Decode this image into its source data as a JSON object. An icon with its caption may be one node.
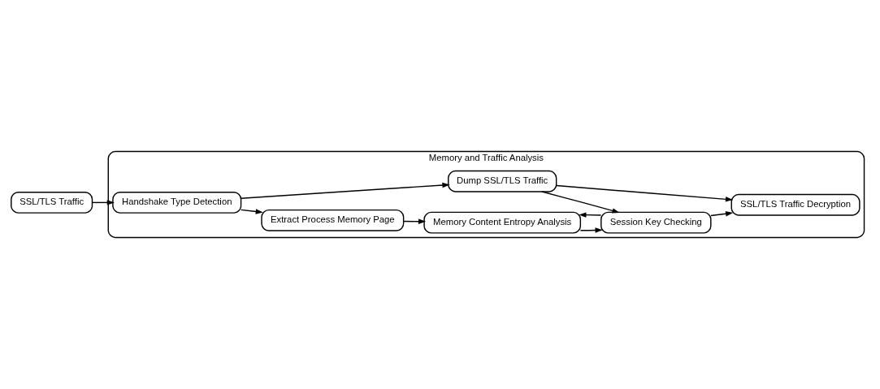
{
  "diagram": {
    "nodes": [
      {
        "text": [
          "SSL/TLS Traffic"
        ]
      },
      {
        "text": [
          "Memory and Traffic Analysis"
        ]
      },
      {
        "text": [
          "Handshake Type Detection"
        ],
        "in": 1
      },
      {
        "text": [
          "Extract Process Memory Page"
        ],
        "in": 1
      },
      {
        "text": [
          "Memory Content Entropy Analysis"
        ],
        "in": 1
      },
      {
        "text": [
          "Dump SSL/TLS Traffic"
        ],
        "in": 1
      },
      {
        "text": [
          "Session Key Checking"
        ],
        "in": 1
      },
      {
        "text": [
          "SSL/TLS Traffic Decryption"
        ],
        "in": 1
      }
    ],
    "edges": [
      {
        "from": 0,
        "to": 2,
        "arrow": "to"
      },
      {
        "from": 2,
        "to": 3,
        "arrow": "to"
      },
      {
        "from": 2,
        "to": 5,
        "arrow": "to"
      },
      {
        "from": 3,
        "to": 4,
        "arrow": "to"
      },
      {
        "from": 4,
        "to": 6,
        "arrow": "to"
      },
      {
        "from": 6,
        "to": 4,
        "arrow": "to"
      },
      {
        "from": 5,
        "to": 6,
        "arrow": "to"
      },
      {
        "from": 5,
        "to": 7,
        "arrow": "to"
      },
      {
        "from": 6,
        "to": 7,
        "arrow": "to"
      }
    ]
  }
}
